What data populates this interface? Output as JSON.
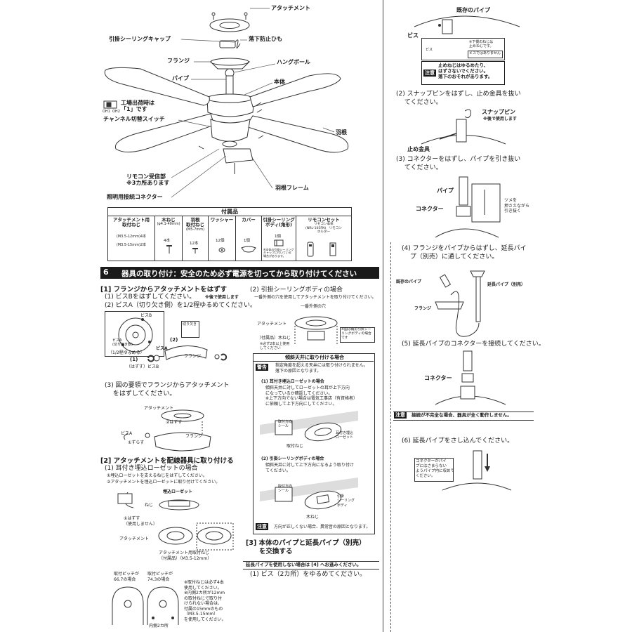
{
  "diagram_labels": {
    "attachment": "アタッチメント",
    "ceiling_cap": "引掛シーリングキャップ",
    "fall_cord": "落下防止ひも",
    "flange": "フランジ",
    "hang_ball": "ハングボール",
    "pipe": "パイプ",
    "body": "本体",
    "factory_note": "工場出荷時は\n「1」です",
    "channel_switch": "チャンネル切替スイッチ",
    "switch_left": "OH1",
    "switch_right": "OH2",
    "blade": "羽根",
    "remote_receiver": "リモコン受信部\n※3カ所あります",
    "light_connector": "照明用接続コネクター",
    "blade_frame": "羽根フレーム"
  },
  "accessories": {
    "title": "付属品",
    "columns": [
      {
        "name": "アタッチメント用\n取付ねじ",
        "spec": "(M3.5-12mm)4本\n(M3.5-15mm)2本"
      },
      {
        "name": "木ねじ",
        "spec": "(φ4.1-40mm)",
        "qty": "4本"
      },
      {
        "name": "羽根\n取付ねじ",
        "spec": "(M5-7mm)",
        "qty": "12本"
      },
      {
        "name": "ワッシャー",
        "spec": "",
        "qty": "12個"
      },
      {
        "name": "カバー",
        "spec": "",
        "qty": "1個"
      },
      {
        "name": "引掛シーリング\nボディ(角形)",
        "spec": "",
        "qty": "1個",
        "note": "※本体の引掛シーリング\nキャップに付いている\n場合があります。"
      },
      {
        "name": "リモコンセット",
        "spec": "リモコン本体\n(NRL-105FN)   リモコン\nホルダー",
        "qty": ""
      }
    ]
  },
  "section6": {
    "number": "6",
    "title": "器具の取り付け：安全のため必ず電源を切ってから取り付けてください"
  },
  "step1": {
    "heading": "[1] フランジからアタッチメントをはずす",
    "s1": "(1) ビスBをはずしてください。",
    "s1_note": "※後で使用します",
    "s2": "(2) ビスA（切り欠き側）を1/2程ゆるめてください。",
    "lbl_screwB": "ビスB",
    "lbl_screwA": "ビスA\n(切り欠き側)",
    "lbl_notch": "切り欠き",
    "lbl_half": "（1/2程ゆるめる）",
    "lbl_screwA2": "ビスA",
    "lbl_remove": "（はずす）ビスB",
    "lbl_flange": "フランジ",
    "mark1": "(1)",
    "mark2": "(2)",
    "s3": "(3) 図の要領でフランジからアタッチメント\n　 をはずしてください。",
    "lbl_attachment": "アタッチメント",
    "lbl_remove_step": "②はずす",
    "lbl_slide": "①ずらす",
    "lbl_screwA3": "ビスA",
    "lbl_flange2": "フランジ"
  },
  "step2": {
    "heading": "[2] アタッチメントを配線器具に取り付ける",
    "s1": "(1) 耳付き埋込ローゼットの場合",
    "n1": "①埋込ローゼットを支えるねじをはずしてください。",
    "n2": "②アタッチメントを埋込ローゼットに取り付けてください。",
    "lbl_rosette": "埋込ローゼット",
    "lbl_screw": "ねじ",
    "lbl_removed": "①はずす\n（使用しません）",
    "lbl_attachment": "アタッチメント",
    "lbl_attach_screw": "アタッチメント用取付ねじ\n（付属品）（M3.5-12mm）",
    "pitch1": "取付ピッチが\n66.7の場合",
    "pitch2": "取付ピッチが\n74.3の場合",
    "note": "※取付ねじは必ず4本\n使用してください。\n※内側2カ所が12mm\nの取付ねじで取り付\nけられない場合は、\n付属の15mmのもの\n（M3.5-15mm）\nを使用してください。",
    "in2": "内側2カ所"
  },
  "step2b": {
    "s2": "(2) 引掛シーリングボディの場合",
    "note": "一番外側の穴を使用してアタッチメントを取り付けてください。",
    "lbl_outer": "一番外側の穴",
    "lbl_attachment": "アタッチメント",
    "lbl_wood": "（付属品）木ねじ",
    "lbl_wood_note": "※必ず2本以上使用\nしてください",
    "lbl_body_note": "※図は角形引掛シー\nリングボディの場合\nです"
  },
  "sloped": {
    "title": "傾斜天井に取り付ける場合",
    "warn_badge": "警告",
    "warn": "指定角度を超える天井には取り付けられません。\n落下の原因となります。",
    "c1": "(1) 耳付き埋込ローゼットの場合",
    "c1_text": "傾斜天井に対してローゼットの耳が上下方向\nになっているか確認してください。\n※上下方向でない場合は電気工事店（有資格者）\nに依頼して上下方向にしてください。",
    "lbl_dir": "取付方向\nシール",
    "lbl_ear": "耳付き埋込\nローゼット",
    "lbl_screw": "取付ねじ",
    "c2": "(2) 引掛シーリングボディの場合",
    "c2_text": "傾斜天井に対して上下方向になるよう取り付け\nてください。",
    "lbl_dir2": "取付方向\nシール",
    "lbl_ceiling_body": "引掛\nシーリング\nボディ",
    "lbl_wood": "木ねじ",
    "caution_badge": "注意",
    "caution": "方向が正しくない場合、異常音の原因となります。"
  },
  "step3": {
    "heading": "[3] 本体のパイプと延長パイプ（別売）\n　　を交換する",
    "bar": "延長パイプを使用しない場合は [4] へお進みください。",
    "s1": "(1) ビス（2カ所）をゆるめてください。"
  },
  "right": {
    "existing_pipe": "既存のパイプ",
    "screw": "ビス",
    "screw_note1": "※下側のねじは\n止めねじです。",
    "screw_note2": "ビスではありません",
    "caution_badge": "注意",
    "caution": "止めねじはゆるめたり、\nはずさないでください。\n落下のおそれがあります。",
    "s2": "(2) スナップピンをはずし、止め金具を抜い\n　 てください。",
    "snap_pin": "スナップピン",
    "snap_note": "※後で使用します",
    "stopper": "止め金具",
    "s3": "(3) コネクターをはずし、パイプを引き抜い\n　 てください。",
    "pipe": "パイプ",
    "connector": "コネクター",
    "claw_note": "ツメを\n押さえながら\n引き抜く",
    "s4": "(4) フランジをパイプからはずし、延長パイ\n　 プ（別売）に通してください。",
    "existing_pipe2": "既存のパイプ",
    "ext_pipe": "延長パイプ（別売）",
    "flange": "フランジ",
    "s5": "(5) 延長パイプのコネクターを接続してください。",
    "connector2": "コネクター",
    "caution2_badge": "注意",
    "caution2": "接続が不完全な場合、器具が全く動作しません。",
    "s6": "(6) 延長パイプをさし込んでください。",
    "pinch_note": "コネクターがパイ\nプにはさまらない\nようパイプ内に収めて\nください。"
  }
}
